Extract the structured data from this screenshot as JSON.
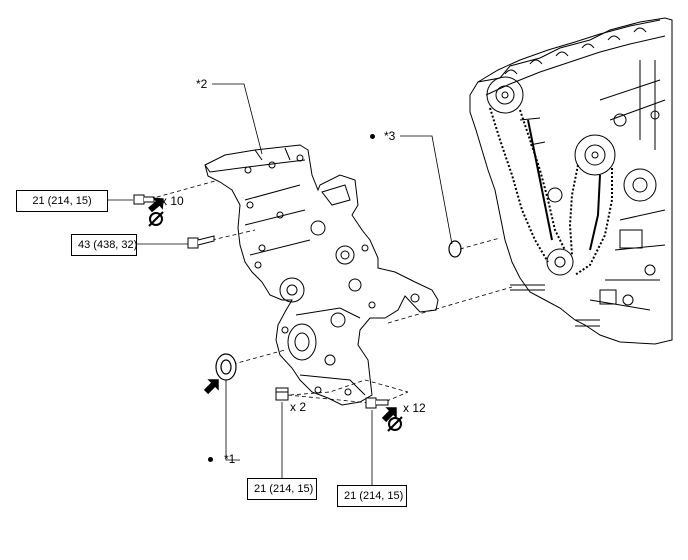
{
  "callouts": {
    "part1": "*1",
    "part2": "*2",
    "part3": "*3"
  },
  "quantities": {
    "bolts_top": "x 10",
    "nuts_bottom": "x 2",
    "bolts_bottom": "x 12"
  },
  "torque_specs": {
    "top_bolt": "21 (214, 15)",
    "stud_bolt": "43 (438, 32)",
    "bottom_nut": "21 (214, 15)",
    "bottom_bolt": "21 (214, 15)"
  },
  "symbols": {
    "marker": "black-dot",
    "arrow": "bold-apply-arrow-icon",
    "no_reuse": "do-not-reuse-icon"
  }
}
